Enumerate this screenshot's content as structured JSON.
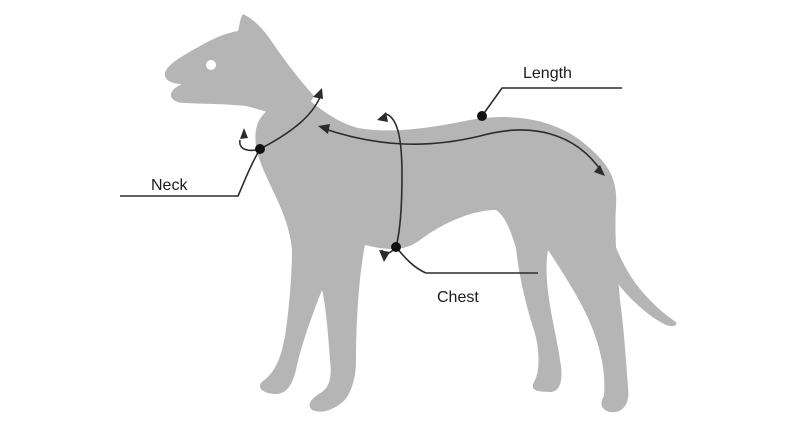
{
  "labels": {
    "length": "Length",
    "neck": "Neck",
    "chest": "Chest"
  },
  "colors": {
    "silhouette": "#b5b5b5",
    "line": "#2b2b2b",
    "background": "#ffffff"
  }
}
